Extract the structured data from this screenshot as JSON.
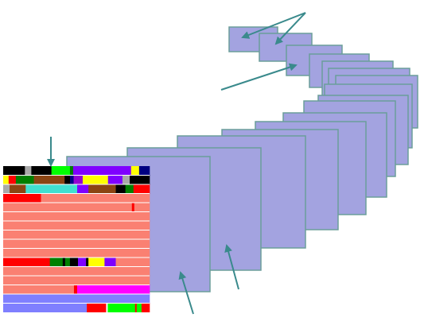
{
  "colors": {
    "background": "#ffffff",
    "sheet_fill": "#a3a3e0",
    "sheet_border": "#6b9e9a",
    "arrow": "#3a8a8c",
    "grid_base": "#fa8072",
    "grid_line": "#ffffff"
  },
  "sheets": {
    "count": 16
  },
  "grid": {
    "rows": 16,
    "row_segments": [
      [
        [
          "#000000",
          27
        ],
        [
          "#a9a9a9",
          8
        ],
        [
          "#000000",
          25
        ],
        [
          "#00ff00",
          23
        ],
        [
          "#008000",
          4
        ],
        [
          "#7f00ff",
          72
        ],
        [
          "#ffff00",
          10
        ],
        [
          "#000080",
          13
        ]
      ],
      [
        [
          "#ffff00",
          6
        ],
        [
          "#ff0000",
          8
        ],
        [
          "#008000",
          20
        ],
        [
          "#8b4513",
          34
        ],
        [
          "#000000",
          6
        ],
        [
          "#00008b",
          4
        ],
        [
          "#9400d3",
          10
        ],
        [
          "#ffff00",
          28
        ],
        [
          "#7f00ff",
          16
        ],
        [
          "#a9a9a9",
          8
        ],
        [
          "#000000",
          22
        ]
      ],
      [
        [
          "#a9a9a9",
          8
        ],
        [
          "#8b4513",
          20
        ],
        [
          "#40e0d0",
          64
        ],
        [
          "#7f00ff",
          14
        ],
        [
          "#8b4513",
          34
        ],
        [
          "#000000",
          12
        ],
        [
          "#008000",
          10
        ],
        [
          "#ff0000",
          20
        ]
      ],
      [
        [
          "#ff0000",
          47
        ],
        [
          "#fa8072",
          135
        ]
      ],
      [
        [
          "#fa8072",
          160
        ],
        [
          "#ff0000",
          3
        ],
        [
          "#fa8072",
          19
        ]
      ],
      [
        [
          "#fa8072",
          182
        ]
      ],
      [
        [
          "#fa8072",
          182
        ]
      ],
      [
        [
          "#fa8072",
          182
        ]
      ],
      [
        [
          "#fa8072",
          182
        ]
      ],
      [
        [
          "#fa8072",
          182
        ]
      ],
      [
        [
          "#ff0000",
          58
        ],
        [
          "#008000",
          16
        ],
        [
          "#000000",
          3
        ],
        [
          "#008000",
          6
        ],
        [
          "#000000",
          10
        ],
        [
          "#7f00ff",
          10
        ],
        [
          "#000000",
          3
        ],
        [
          "#ffff00",
          20
        ],
        [
          "#7f00ff",
          14
        ],
        [
          "#fa8072",
          42
        ]
      ],
      [
        [
          "#fa8072",
          182
        ]
      ],
      [
        [
          "#fa8072",
          182
        ]
      ],
      [
        [
          "#fa8072",
          88
        ],
        [
          "#ff0000",
          4
        ],
        [
          "#ff00ff",
          90
        ]
      ],
      [
        [
          "#7f7fff",
          182
        ]
      ],
      [
        [
          "#7f7fff",
          104
        ],
        [
          "#ff0000",
          24
        ],
        [
          "#ffffff",
          2
        ],
        [
          "#00ff00",
          34
        ],
        [
          "#ff0000",
          2
        ],
        [
          "#00ff00",
          6
        ],
        [
          "#ff0000",
          10
        ]
      ]
    ]
  },
  "arrows": {
    "count": 7
  }
}
